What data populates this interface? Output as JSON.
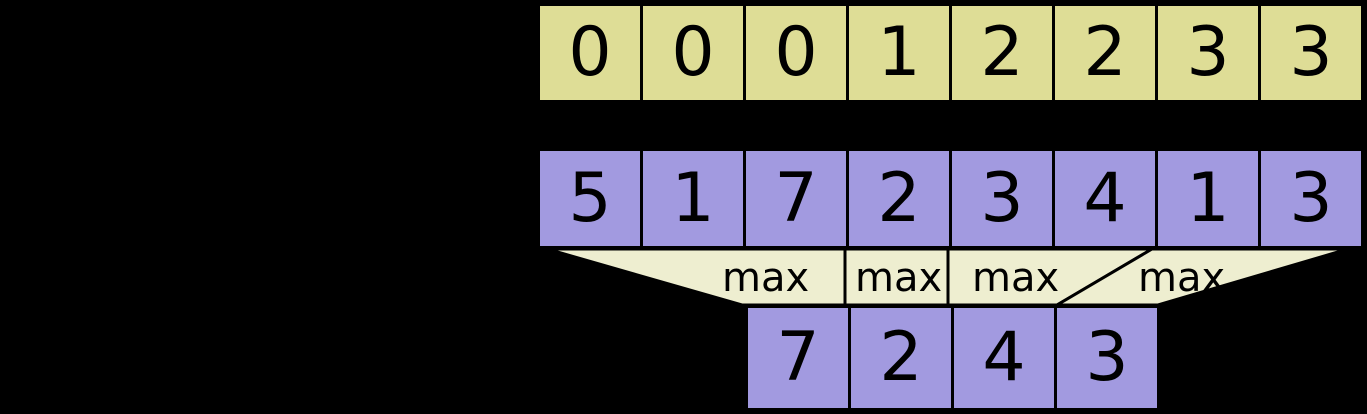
{
  "diagram": {
    "title": "max-pooling-1d",
    "colors": {
      "index_fill": "#dedd96",
      "value_fill": "#a29ae0",
      "connector_fill": "#eeeed0",
      "stroke": "#000000",
      "background": "#000000"
    },
    "rows": {
      "index_row": {
        "name": "index-row",
        "cells": [
          "0",
          "0",
          "0",
          "1",
          "2",
          "2",
          "3",
          "3"
        ]
      },
      "input_row": {
        "name": "input-row",
        "cells": [
          "5",
          "1",
          "7",
          "2",
          "3",
          "4",
          "1",
          "3"
        ]
      },
      "output_row": {
        "name": "output-row",
        "cells": [
          "7",
          "2",
          "4",
          "3"
        ]
      }
    },
    "connectors": {
      "name": "max-connectors",
      "labels": [
        "max",
        "max",
        "max",
        "max"
      ]
    }
  }
}
